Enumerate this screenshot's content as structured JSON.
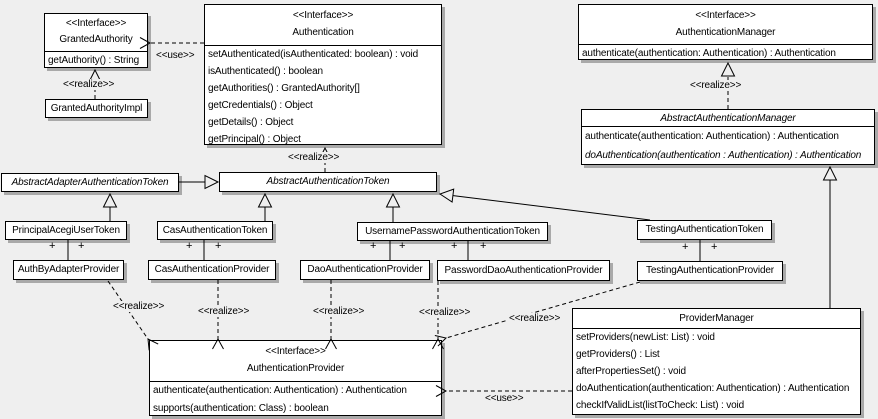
{
  "colors": {
    "background": "#efefef",
    "box_fill": "#ffffff",
    "border": "#000000",
    "shadow": "#a9a9a9"
  },
  "labels": {
    "use": "<<use>>",
    "realize": "<<realize>>",
    "plus": "+"
  },
  "classes": {
    "granted_authority": {
      "stereotype": "<<Interface>>",
      "name": "GrantedAuthority",
      "methods": [
        "getAuthority() : String"
      ]
    },
    "granted_authority_impl": {
      "name": "GrantedAuthorityImpl"
    },
    "authentication": {
      "stereotype": "<<Interface>>",
      "name": "Authentication",
      "methods": [
        "setAuthenticated(isAuthenticated: boolean) : void",
        "isAuthenticated() : boolean",
        "getAuthorities() : GrantedAuthority[]",
        "getCredentials() : Object",
        "getDetails() : Object",
        "getPrincipal() : Object"
      ]
    },
    "authentication_manager": {
      "stereotype": "<<Interface>>",
      "name": "AuthenticationManager",
      "methods": [
        "authenticate(authentication: Authentication) : Authentication"
      ]
    },
    "abstract_authentication_manager": {
      "name": "AbstractAuthenticationManager",
      "methods": [
        "authenticate(authentication: Authentication) : Authentication",
        "doAuthentication(authentication : Authentication) : Authentication"
      ]
    },
    "abstract_adapter_authentication_token": {
      "name": "AbstractAdapterAuthenticationToken"
    },
    "abstract_authentication_token": {
      "name": "AbstractAuthenticationToken"
    },
    "principal_acegi_user_token": {
      "name": "PrincipalAcegiUserToken"
    },
    "cas_authentication_token": {
      "name": "CasAuthenticationToken"
    },
    "username_password_authentication_token": {
      "name": "UsernamePasswordAuthenticationToken"
    },
    "testing_authentication_token": {
      "name": "TestingAuthenticationToken"
    },
    "auth_by_adapter_provider": {
      "name": "AuthByAdapterProvider"
    },
    "cas_authentication_provider": {
      "name": "CasAuthenticationProvider"
    },
    "dao_authentication_provider": {
      "name": "DaoAuthenticationProvider"
    },
    "password_dao_authentication_provider": {
      "name": "PasswordDaoAuthenticationProvider"
    },
    "testing_authentication_provider": {
      "name": "TestingAuthenticationProvider"
    },
    "authentication_provider": {
      "stereotype": "<<Interface>>",
      "name": "AuthenticationProvider",
      "methods": [
        "authenticate(authentication: Authentication) : Authentication",
        "supports(authentication: Class) : boolean"
      ]
    },
    "provider_manager": {
      "name": "ProviderManager",
      "methods": [
        "setProviders(newList: List) : void",
        "getProviders() : List",
        "afterPropertiesSet() : void",
        "doAuthentication(authentication: Authentication) : Authentication",
        "checkIfValidList(listToCheck: List) : void"
      ]
    }
  }
}
